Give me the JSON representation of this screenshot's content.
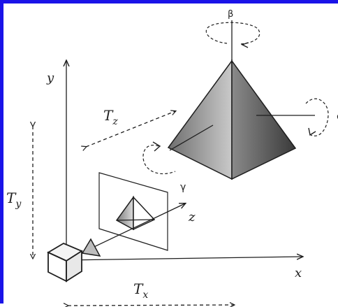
{
  "diagram": {
    "labels": {
      "y_axis": "y",
      "x_axis": "x",
      "z_axis": "z",
      "tz": "Tz",
      "ty": "Ty",
      "tx": "Tx",
      "beta": "β",
      "gamma": "γ",
      "alpha_partial": "c"
    },
    "colors": {
      "frame": "#1a13e8",
      "stroke": "#1e1e1e"
    }
  }
}
